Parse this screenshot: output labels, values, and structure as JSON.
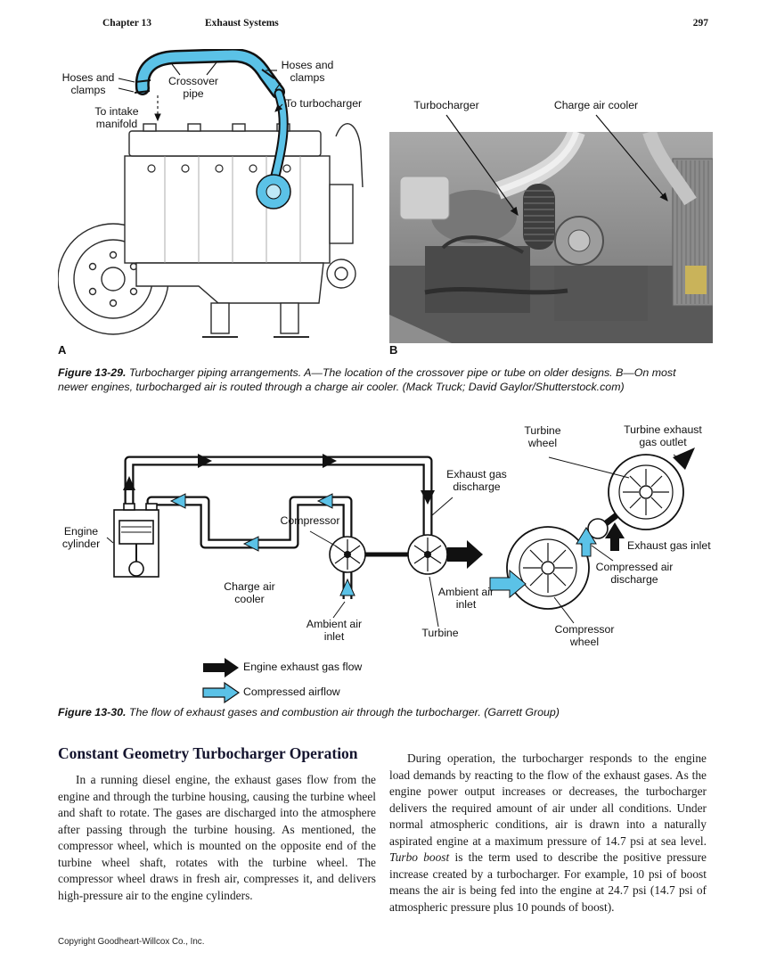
{
  "header": {
    "chapter": "Chapter 13",
    "title": "Exhaust Systems",
    "page_number": "297"
  },
  "figure_13_29": {
    "panel_a_letter": "A",
    "panel_b_letter": "B",
    "label_hoses_clamps_left": "Hoses and clamps",
    "label_crossover_pipe": "Crossover pipe",
    "label_hoses_clamps_right": "Hoses and clamps",
    "label_to_intake_manifold": "To intake manifold",
    "label_to_turbocharger": "To turbocharger",
    "label_turbocharger": "Turbocharger",
    "label_charge_air_cooler": "Charge air cooler",
    "caption_label": "Figure 13-29.",
    "caption_text": "Turbocharger piping arrangements. A—The location of the crossover pipe or tube on older designs. B—On most newer engines, turbocharged air is routed through a charge air cooler. (Mack Truck; David Gaylor/Shutterstock.com)"
  },
  "figure_13_30": {
    "label_turbine_wheel": "Turbine wheel",
    "label_turbine_exhaust_gas_outlet": "Turbine exhaust gas outlet",
    "label_exhaust_gas_discharge": "Exhaust gas discharge",
    "label_engine_cylinder": "Engine cylinder",
    "label_compressor": "Compressor",
    "label_charge_air_cooler": "Charge air cooler",
    "label_ambient_air_inlet_left": "Ambient air inlet",
    "label_turbine": "Turbine",
    "label_ambient_air_inlet_right": "Ambient air inlet",
    "label_exhaust_gas_inlet": "Exhaust gas inlet",
    "label_compressed_air_discharge": "Compressed air discharge",
    "label_compressor_wheel": "Compressor wheel",
    "legend_exhaust": "Engine exhaust gas flow",
    "legend_compressed": "Compressed airflow",
    "caption_label": "Figure 13-30.",
    "caption_text": "The flow of exhaust gases and combustion air through the turbocharger. (Garrett Group)"
  },
  "section": {
    "heading": "Constant Geometry Turbocharger Operation",
    "para_left": "In a running diesel engine, the exhaust gases flow from the engine and through the turbine housing, causing the turbine wheel and shaft to rotate. The gases are discharged into the atmosphere after passing through the turbine housing. As mentioned, the compressor wheel, which is mounted on the opposite end of the turbine wheel shaft, rotates with the turbine wheel. The compressor wheel draws in fresh air, compresses it, and delivers high-pressure air to the engine cylinders.",
    "para_right_1": "During operation, the turbocharger responds to the engine load demands by reacting to the flow of the exhaust gases. As the engine power output increases or decreases, the turbocharger delivers the required amount of air under all conditions. Under normal atmospheric conditions, air is drawn into a naturally aspirated engine at a maximum pressure of 14.7 psi at sea level. ",
    "para_right_term": "Turbo boost",
    "para_right_2": " is the term used to describe the positive pressure increase created by a turbocharger. For example, 10 psi of boost means the air is being fed into the engine at 24.7 psi (14.7 psi of atmospheric pressure plus 10 pounds of boost)."
  },
  "footer": {
    "copyright": "Copyright Goodheart-Willcox Co., Inc."
  },
  "colors": {
    "airflow_cyan": "#5bc2e7",
    "exhaust_black": "#111111"
  }
}
